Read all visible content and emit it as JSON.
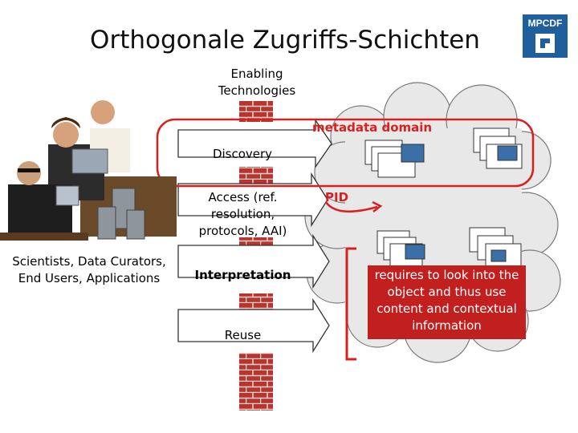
{
  "title": "Orthogonale Zugriffs-Schichten",
  "logo": {
    "text": "MPCDF",
    "color": "#1f5f9e"
  },
  "enabling": "Enabling Technologies",
  "layers": {
    "discovery": "Discovery",
    "access": "Access (ref. resolution, protocols, AAI)",
    "interpretation": "Interpretation",
    "reuse": "Reuse"
  },
  "actors": "Scientists,  Data Curators, End Users, Applications",
  "metadata_label": "metadata domain",
  "pid_label": "PID",
  "popup": "requires to look into the object and thus use content and contextual information",
  "colors": {
    "accent_red": "#d92020",
    "brick": "#b03030",
    "popup_bg": "#c21f1f",
    "cloud": "#e8e8e8"
  }
}
